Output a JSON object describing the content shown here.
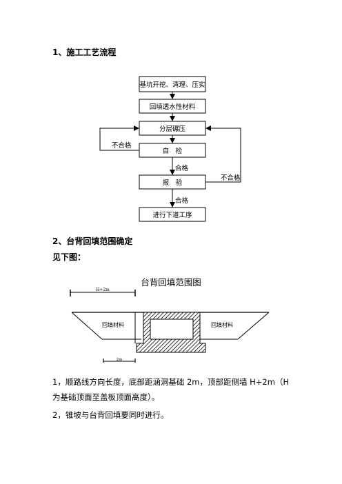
{
  "section1": {
    "heading": "1、施工工艺流程",
    "flow": {
      "steps": [
        "基坑开挖、清理、压实",
        "回填透水性材料",
        "分层碾压",
        "自　检",
        "报　验",
        "进行下道工序"
      ],
      "pass_label": "合格",
      "fail_label": "不合格"
    }
  },
  "section2": {
    "heading": "2、台背回填范围确定",
    "see_below": "见下图："
  },
  "figure": {
    "title": "台背回填范围图",
    "left_label": "回填材料",
    "right_label": "回填材料",
    "top_dim_label": "H+2m",
    "bottom_dim_label": "2m"
  },
  "notes": [
    "1，顺路线方向长度，底部距涵洞基础 2m，顶部距侧墙 H+2m（H",
    "为基础顶面至盖板顶面高度）。",
    "2，锥坡与台背回填要同时进行。"
  ]
}
